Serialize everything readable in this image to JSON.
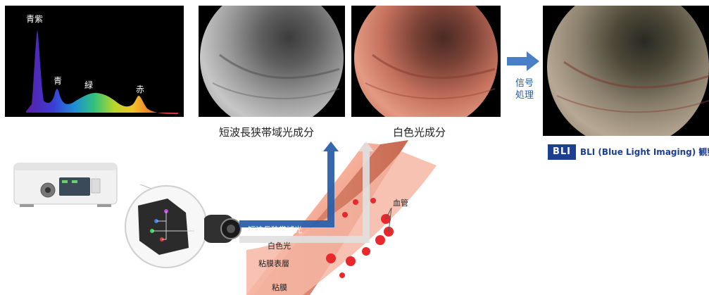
{
  "spectrum": {
    "labels": {
      "blue_violet": "青紫",
      "blue": "青",
      "green": "緑",
      "red": "赤"
    }
  },
  "captions": {
    "narrowband": "短波長狭帯域光成分",
    "white": "白色光成分"
  },
  "processing": {
    "line1": "信号",
    "line2": "処理"
  },
  "bli": {
    "logo": "BLI",
    "caption": "BLI (Blue Light Imaging) 観察"
  },
  "diagram": {
    "narrowband_light": "短波長狭帯域光",
    "white_light": "白色光",
    "blood_vessel": "血管",
    "mucosa_surface": "粘膜表層",
    "mucosa": "粘膜"
  },
  "colors": {
    "arrow_blue": "#2c5fa8",
    "logo_blue": "#1d3f92",
    "tissue_pink": "#f4b3a3",
    "vessel_red": "#e8282d"
  }
}
